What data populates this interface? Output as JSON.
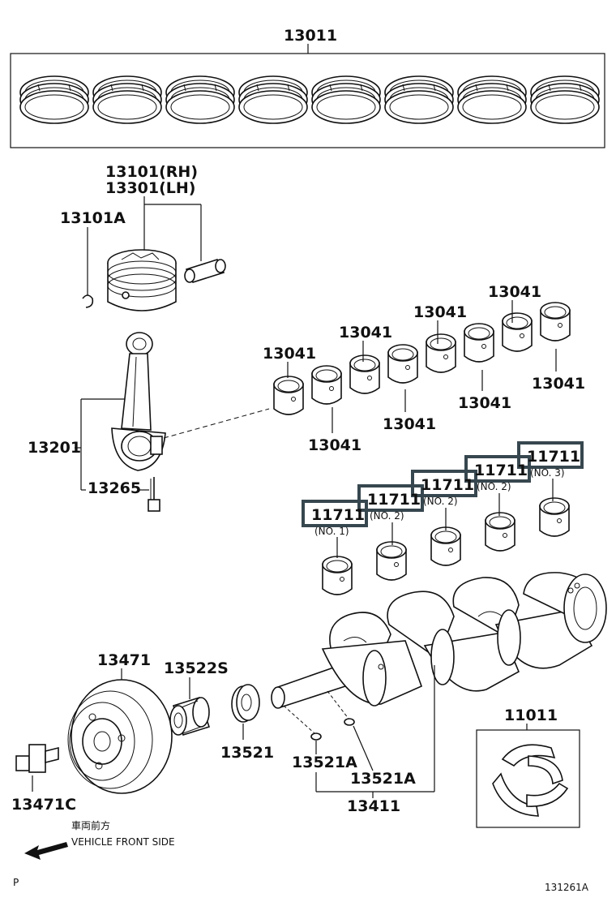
{
  "callouts": {
    "piston_ring_set": "13011",
    "piston_rh": "13101(RH)",
    "piston_lh": "13301(LH)",
    "snap_ring": "13101A",
    "con_rod": "13201",
    "con_rod_bolt": "13265",
    "rod_bearing": "13041",
    "main_bearing": "11711",
    "crank_pulley": "13471",
    "crank_pulley_bolt": "13471C",
    "timing_gear": "13522S",
    "crank_sprocket": "13521",
    "key": "13521A",
    "crankshaft": "13411",
    "thrust_washer": "11011"
  },
  "main_bearing_labels": {
    "no1": "(NO. 1)",
    "no2": "(NO. 2)",
    "no3": "(NO. 3)"
  },
  "highlight_color": "#37474f",
  "front_arrow": {
    "japanese": "車両前方",
    "english": "VEHICLE FRONT SIDE"
  },
  "footer": {
    "corner_mark": "P",
    "figure_id": "131261A"
  }
}
